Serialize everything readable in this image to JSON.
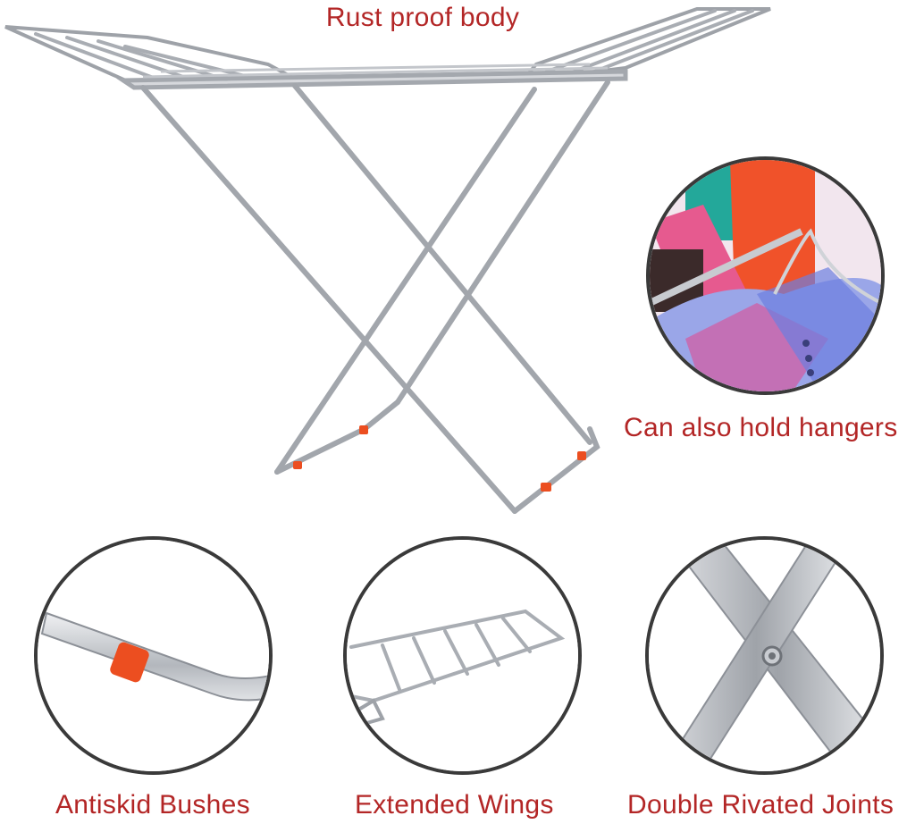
{
  "labels": {
    "title": "Rust proof body",
    "hangers": "Can also hold hangers",
    "bushes": "Antiskid Bushes",
    "wings": "Extended Wings",
    "joints": "Double Rivated Joints"
  },
  "colors": {
    "label_text": "#b32626",
    "steel": "#b9bcc2",
    "steel_dark": "#8c9097",
    "bush_orange": "#ec4e20",
    "circle_border": "#3a3a3a"
  }
}
